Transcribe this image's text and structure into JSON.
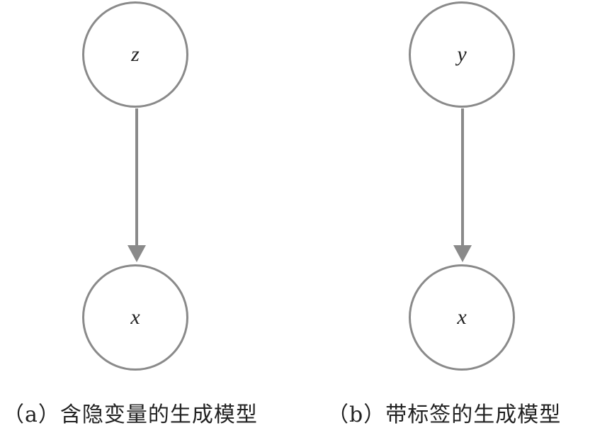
{
  "figures": [
    {
      "caption": "（a）含隐变量的生成模型",
      "nodes": {
        "top": "z",
        "bottom": "x"
      }
    },
    {
      "caption": "（b）带标签的生成模型",
      "nodes": {
        "top": "y",
        "bottom": "x"
      }
    }
  ],
  "colors": {
    "node_stroke": "#8a8a8a",
    "edge": "#8a8a8a",
    "text": "#222222"
  }
}
